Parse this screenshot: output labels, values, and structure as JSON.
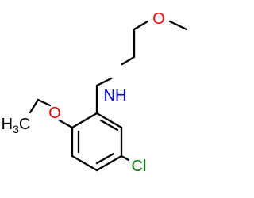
{
  "colors": {
    "background": "#ffffff",
    "bond": "#000000",
    "oxygen": "#ff0000",
    "nitrogen": "#0000ff",
    "chlorine": "#008000",
    "carbon": "#000000"
  },
  "molecule": {
    "atoms": [
      {
        "id": "O_top",
        "element": "O",
        "label": "O",
        "color": "oxygen"
      },
      {
        "id": "N",
        "element": "N",
        "label": "NH",
        "color": "nitrogen"
      },
      {
        "id": "O_left",
        "element": "O",
        "label": "O",
        "color": "oxygen"
      },
      {
        "id": "C_methyl",
        "element": "C",
        "label": "H3C",
        "color": "carbon"
      },
      {
        "id": "Cl",
        "element": "Cl",
        "label": "Cl",
        "color": "chlorine"
      }
    ]
  }
}
